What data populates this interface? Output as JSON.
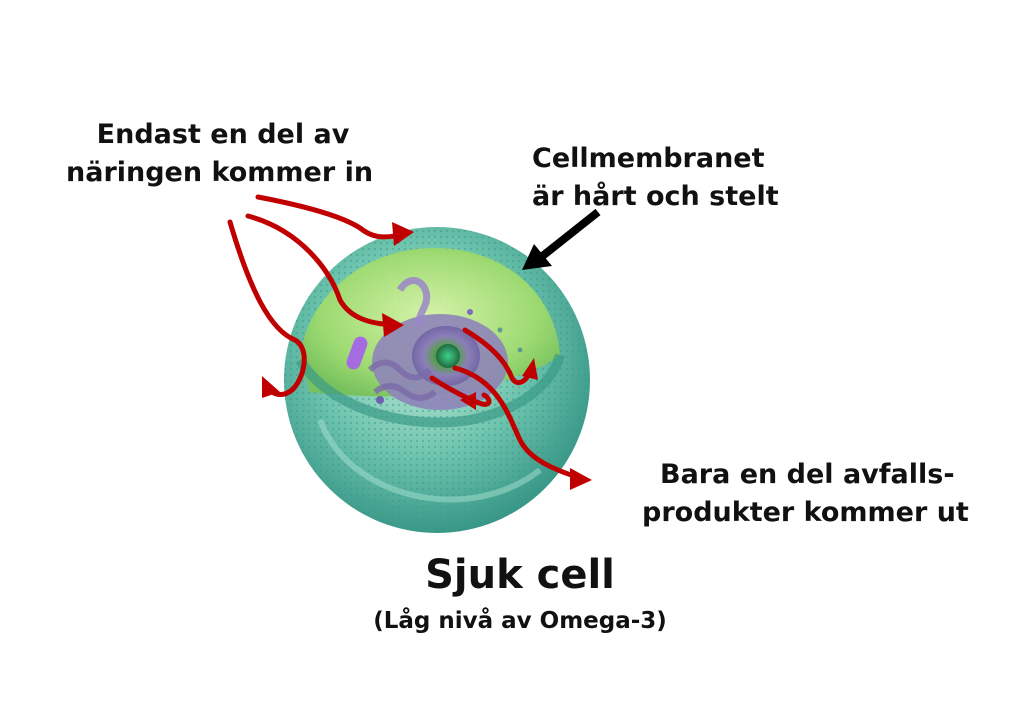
{
  "labels": {
    "nutrition_line1": "Endast en del av",
    "nutrition_line2": "näringen kommer in",
    "membrane_line1": "Cellmembranet",
    "membrane_line2": "är hårt och stelt",
    "waste_line1": "Bara en del avfalls-",
    "waste_line2": "produkter kommer ut"
  },
  "title": "Sjuk cell",
  "subtitle": "(Låg nivå av Omega-3)",
  "colors": {
    "arrow_red": "#c00000",
    "pointer_black": "#000000",
    "membrane_teal": "#5fb8a2",
    "cytoplasm_green": "#a9e07a",
    "nucleus_purple": "#8a7bb8"
  }
}
